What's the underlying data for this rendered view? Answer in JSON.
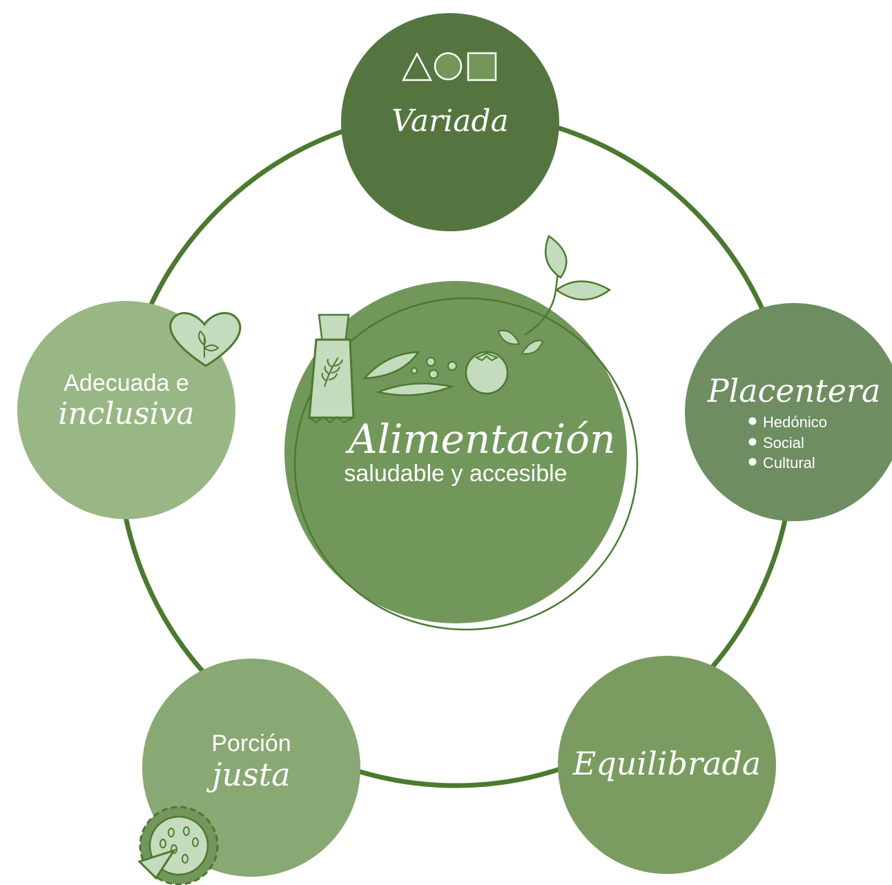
{
  "colors": {
    "ring": "#4b7a2f",
    "variada": "#547540",
    "placentera": "#6e8d61",
    "equilibrada": "#7a9c60",
    "porcion": "#88a874",
    "adecuada": "#98b784",
    "center": "#72975a",
    "icon_fill": "#c5dbbd",
    "icon_stroke": "#4b7a2f",
    "text": "#ffffff"
  },
  "center": {
    "title": "Alimentación",
    "subtitle": "saludable y accesible"
  },
  "nodes": {
    "variada": {
      "label": "Variada",
      "icon": "shapes-icon"
    },
    "placentera": {
      "label": "Placentera",
      "bullets": [
        "Hedónico",
        "Social",
        "Cultural"
      ]
    },
    "equilibrada": {
      "label": "Equilibrada"
    },
    "porcion": {
      "label_line1": "Porción",
      "label_line2": "justa",
      "icon": "pizza-icon"
    },
    "adecuada": {
      "label_line1": "Adecuada e",
      "label_line2": "inclusiva",
      "icon": "heart-sprout-icon"
    }
  }
}
